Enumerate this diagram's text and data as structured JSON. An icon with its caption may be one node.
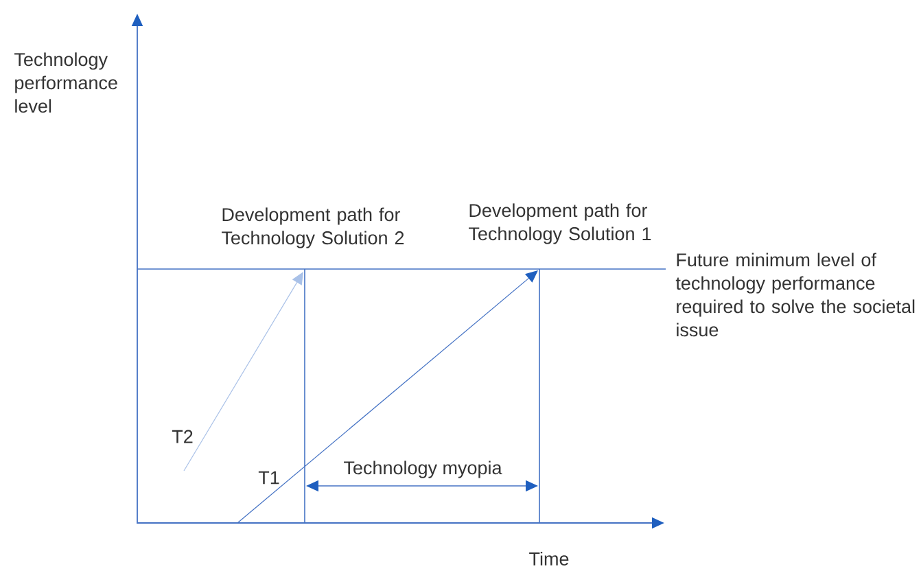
{
  "diagram": {
    "labels": [
      "Technology performance level",
      "Development path for Technology Solution 2",
      "Development path for Technology Solution 1",
      "Future minimum level of technology performance required to solve the societal issue",
      "T2",
      "T1",
      "Technology myopia",
      "Time"
    ]
  }
}
